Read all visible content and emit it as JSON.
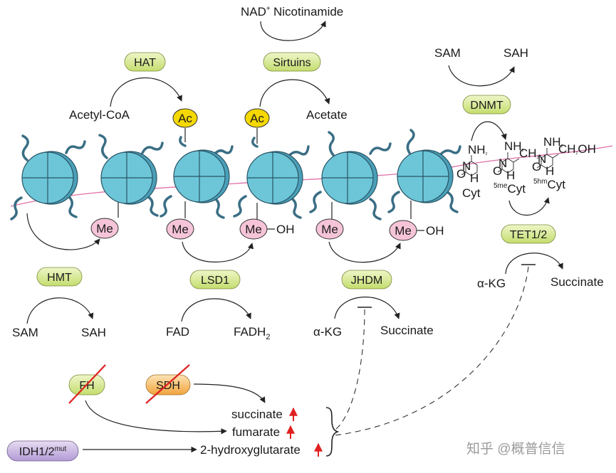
{
  "enzymes": {
    "hat": "HAT",
    "sirtuins": "Sirtuins",
    "dnmt": "DNMT",
    "hmt": "HMT",
    "lsd1": "LSD1",
    "jhdm": "JHDM",
    "tet": "TET1/2",
    "fh": "FH",
    "sdh": "SDH",
    "idh": "IDH1/2",
    "idh_sup": "mut"
  },
  "reactions": {
    "nad": "NAD",
    "nad_sup": "+",
    "nicotinamide": "Nicotinamide",
    "acetyl_coa": "Acetyl-CoA",
    "acetate": "Acetate",
    "dnmt_sam": "SAM",
    "dnmt_sah": "SAH",
    "hmt_sam": "SAM",
    "hmt_sah": "SAH",
    "fad": "FAD",
    "fadh": "FADH",
    "fadh_sub": "2",
    "jhdm_akg": "α-KG",
    "jhdm_succinate": "Succinate",
    "tet_akg": "α-KG",
    "tet_succinate": "Succinate"
  },
  "marks": {
    "ac1": "Ac",
    "ac2": "Ac",
    "me1": "Me",
    "me2": "Me",
    "me3": "Me",
    "me4": "Me",
    "me5": "Me",
    "oh1": "OH",
    "oh2": "OH"
  },
  "cytosines": {
    "cyt": "Cyt",
    "mecyt_sup": "5me",
    "mecyt": "Cyt",
    "hmcyt_sup": "5hm",
    "hmcyt": "Cyt",
    "nh2": "NH",
    "nh2_sub": "2",
    "ch3": "CH",
    "ch3_sub": "3",
    "ch2oh": "CH",
    "ch2oh_sub": "2",
    "ch2oh_tail": "OH",
    "n": "N",
    "o": "O",
    "h": "H"
  },
  "metabolites": {
    "succinate": "succinate",
    "fumarate": "fumarate",
    "hydroxyglutarate": "2-hydroxyglutarate"
  },
  "watermark": "知乎 @概普信信",
  "colors": {
    "enzyme_pill": "#d9ea8e",
    "nucleosome": "#6cc6d8",
    "tail": "#3a6e84",
    "acetyl": "#f5d800",
    "methyl": "#f6c4d8",
    "sdh_pill": "#f5b85a",
    "fh_pill": "#c9e48e",
    "idh_pill": "#c9b4e0",
    "inhibit_cross": "#e02020",
    "up_arrow": "#e02020",
    "dna": "#e070a8"
  }
}
